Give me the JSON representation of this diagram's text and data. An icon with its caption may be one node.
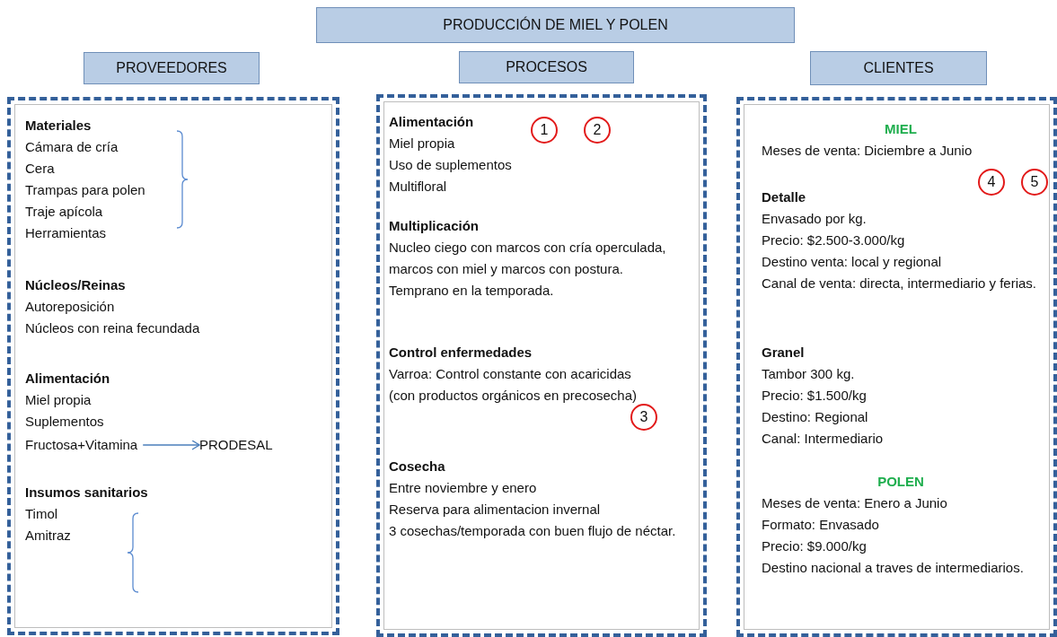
{
  "diagram": {
    "nodes": [
      {
        "text": [
          "PRODUCCIÓN DE MIEL Y POLEN"
        ]
      },
      {
        "text": [
          "PROVEEDORES"
        ]
      },
      {
        "text": [
          "PROCESOS"
        ]
      },
      {
        "text": [
          "CLIENTES"
        ]
      },
      {
        "text": [],
        "shape": "box"
      },
      {
        "text": [
          "Materiales",
          "Cámara de cría",
          "Cera",
          "Trampas para polen",
          "Traje apícola",
          "Herramientas"
        ],
        "in": 4
      },
      {
        "text": [
          "Núcleos/Reinas",
          "Autoreposición",
          "Núcleos con reina fecundada"
        ],
        "in": 4
      },
      {
        "text": [
          "Alimentación",
          "Miel propia",
          "Suplementos"
        ],
        "in": 4
      },
      {
        "text": [
          "Fructosa+Vitamina"
        ],
        "in": 4
      },
      {
        "text": [
          "PRODESAL"
        ],
        "in": 4
      },
      {
        "text": [
          "Insumos sanitarios",
          "Timol",
          "Amitraz"
        ],
        "in": 4
      },
      {
        "text": [],
        "shape": "box"
      },
      {
        "text": [
          "Alimentación",
          "Miel propia",
          "Uso de suplementos",
          "Multifloral"
        ],
        "in": 11
      },
      {
        "text": [
          "Multiplicación",
          "Nucleo ciego con marcos con cría operculada, marcos con miel y marcos con postura.",
          "Temprano en la temporada."
        ],
        "in": 11
      },
      {
        "text": [
          "Control enfermedades",
          "Varroa: Control constante con acaricidas (con productos orgánicos en precosecha)"
        ],
        "in": 11
      },
      {
        "text": [
          "Cosecha",
          "Entre noviembre y enero",
          "Reserva para alimentacion  invernal",
          "3 cosechas/temporada con buen flujo de néctar."
        ],
        "in": 11
      },
      {
        "text": [],
        "shape": "box"
      },
      {
        "text": [
          "MIEL",
          "Meses de venta: Diciembre a Junio"
        ],
        "in": 16
      },
      {
        "text": [
          "Detalle",
          "Envasado por kg.",
          "Precio: $2.500-3.000/kg",
          "Destino venta: local y regional",
          "Canal de venta: directa, intermediario y ferias."
        ],
        "in": 16
      },
      {
        "text": [
          "Granel",
          "Tambor 300 kg.",
          "Precio: $1.500/kg",
          "Destino: Regional",
          "Canal: Intermediario"
        ],
        "in": 16
      },
      {
        "text": [
          "POLEN",
          "Meses de venta: Enero a Junio",
          "Formato: Envasado",
          "Precio: $9.000/kg",
          "Destino nacional a traves de intermediarios."
        ],
        "in": 16
      },
      {
        "text": [
          "1"
        ],
        "in": 11
      },
      {
        "text": [
          "2"
        ],
        "in": 11
      },
      {
        "text": [
          "3"
        ],
        "in": 11
      },
      {
        "text": [
          "4"
        ],
        "in": 16
      },
      {
        "text": [
          "5"
        ],
        "in": 16
      }
    ],
    "edges": [
      {
        "from": 8,
        "to": 9,
        "arrow": "to",
        "color": "#4a7ebb"
      }
    ]
  }
}
